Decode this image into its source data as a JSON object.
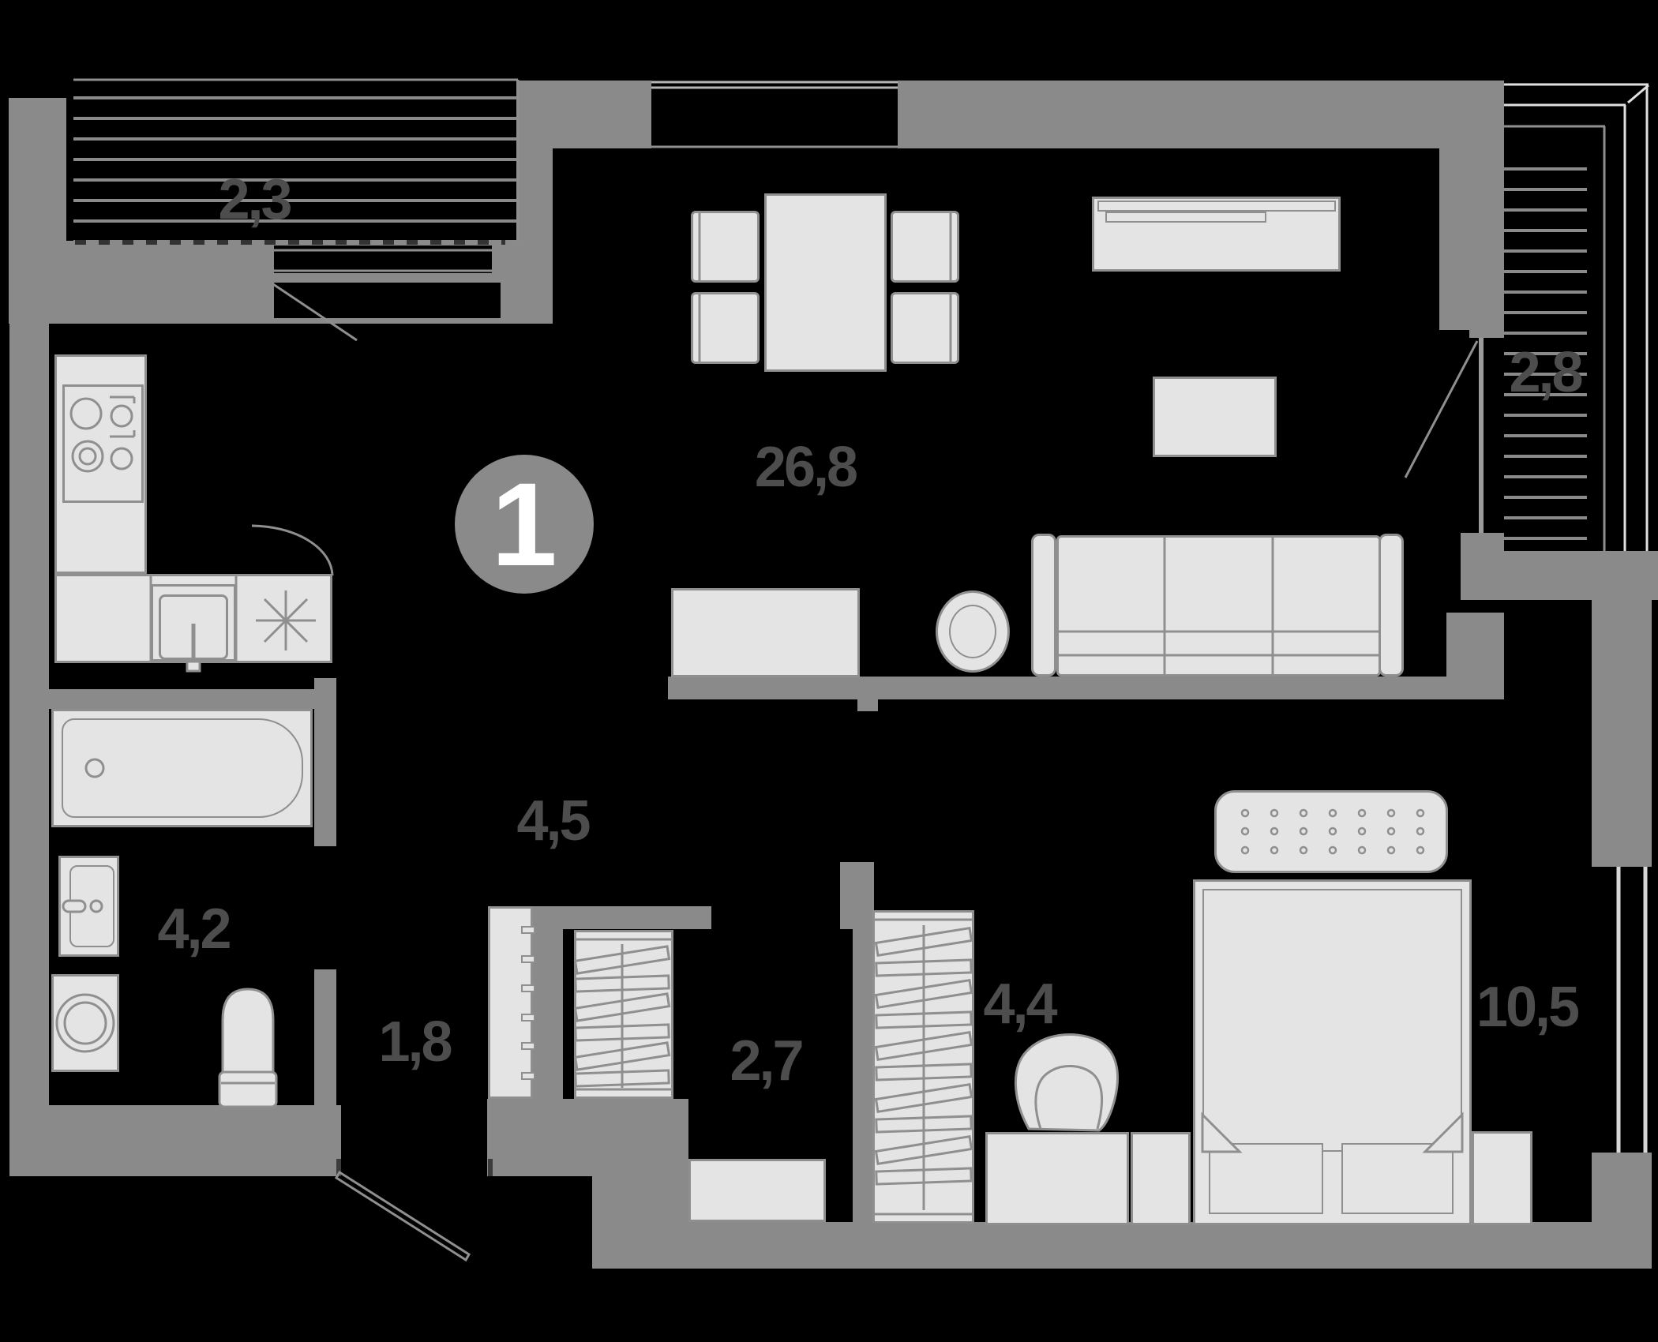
{
  "page": {
    "background": "#000000"
  },
  "palette": {
    "wall": "#8a8a8a",
    "furniture_fill": "#e4e4e4",
    "outline": "#8f8f8f",
    "label_text": "#4d4d4d",
    "badge_fill": "#8a8a8a",
    "badge_text": "#ffffff",
    "glazing_light": "#dedede",
    "hatch_line": "#8a8a8a"
  },
  "badge": {
    "number": "1"
  },
  "rooms": {
    "living_kitchen": {
      "area": "26,8"
    },
    "hallway": {
      "area": "4,5"
    },
    "bathroom": {
      "area": "4,2"
    },
    "corridor": {
      "area": "1,8"
    },
    "closet": {
      "area": "2,7"
    },
    "dressing": {
      "area": "4,4"
    },
    "bedroom": {
      "area": "10,5"
    },
    "balcony_left": {
      "area": "2,3"
    },
    "balcony_right": {
      "area": "2,8"
    }
  }
}
